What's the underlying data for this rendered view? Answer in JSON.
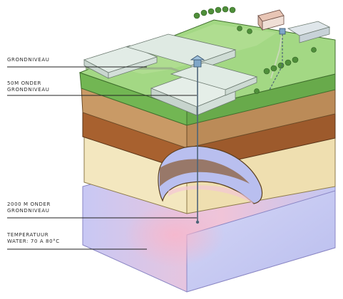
{
  "labels": {
    "ground_level": "GRONDNIVEAU",
    "depth_50": {
      "line1": "50M ONDER",
      "line2": "GRONDNIVEAU"
    },
    "depth_2000": {
      "line1": "2000 M ONDER",
      "line2": "GRONDNIVEAU"
    },
    "temperature": {
      "line1": "TEMPERATUUR",
      "line2": "WATER: 70 A 80°C"
    }
  },
  "colors": {
    "grass": "#9fd47f",
    "grass_side": "#6fb34e",
    "soil_dark": "#a8602e",
    "soil_mid": "#c58a50",
    "soil_light": "#e9d8a8",
    "sand": "#f2e6bd",
    "aquifer": "#c9c4f0",
    "aquifer_pink": "#f3c6d6"
  }
}
